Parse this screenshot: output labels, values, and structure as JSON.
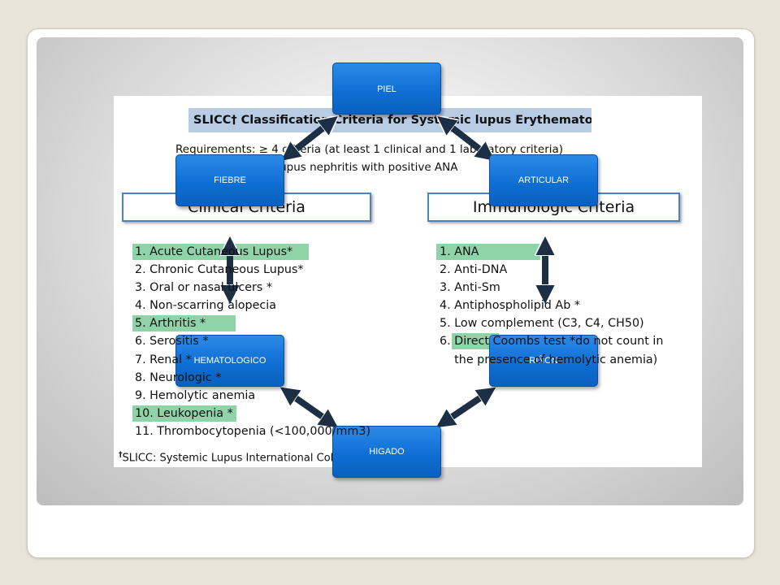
{
  "document": {
    "title": "SLICC† Classification Criteria for Systemic lupus Erythematosus",
    "requirements_line1": "Requirements: ≥ 4 criteria (at least 1 clinical and 1 laboratory criteria)",
    "requirements_line2": "OR biopsy-proven lupus nephritis with positive ANA",
    "clinical_header": "Clinical Criteria",
    "immunologic_header": "Immunologic Criteria",
    "clinical_items": [
      "1. Acute Cutaneous Lupus*",
      "2. Chronic Cutaneous Lupus*",
      "3. Oral or nasal ulcers *",
      "4. Non-scarring alopecia",
      "5. Arthritis *",
      "6. Serositis *",
      "7. Renal *",
      "8. Neurologic *",
      "9. Hemolytic anemia",
      "10. Leukopenia *",
      "11. Thrombocytopenia (<100,000/mm3)"
    ],
    "immunologic_items": [
      "1. ANA",
      "2. Anti-DNA",
      "3. Anti-Sm",
      "4. Antiphospholipid Ab *",
      "5. Low complement (C3, C4, CH50)",
      "6. Direct Coombs test *do not count in",
      "    the presence of hemolytic anemia)"
    ],
    "footnote_mark": "†",
    "footnote": "SLICC: Systemic Lupus International Collaborating Clinics",
    "highlight_color": "#8fd3a8",
    "title_bg_color": "#b8cce4"
  },
  "nodes": {
    "piel": "PIEL",
    "fiebre": "FIEBRE",
    "articular": "ARTICULAR",
    "hematologico": "HEMATOLOGICO",
    "rinon": "RIÑON",
    "higado": "HIGADO"
  },
  "colors": {
    "node_blue": "#1a7de0",
    "arrow": "#1d2f44",
    "slide_background": "#bdbdbd"
  }
}
